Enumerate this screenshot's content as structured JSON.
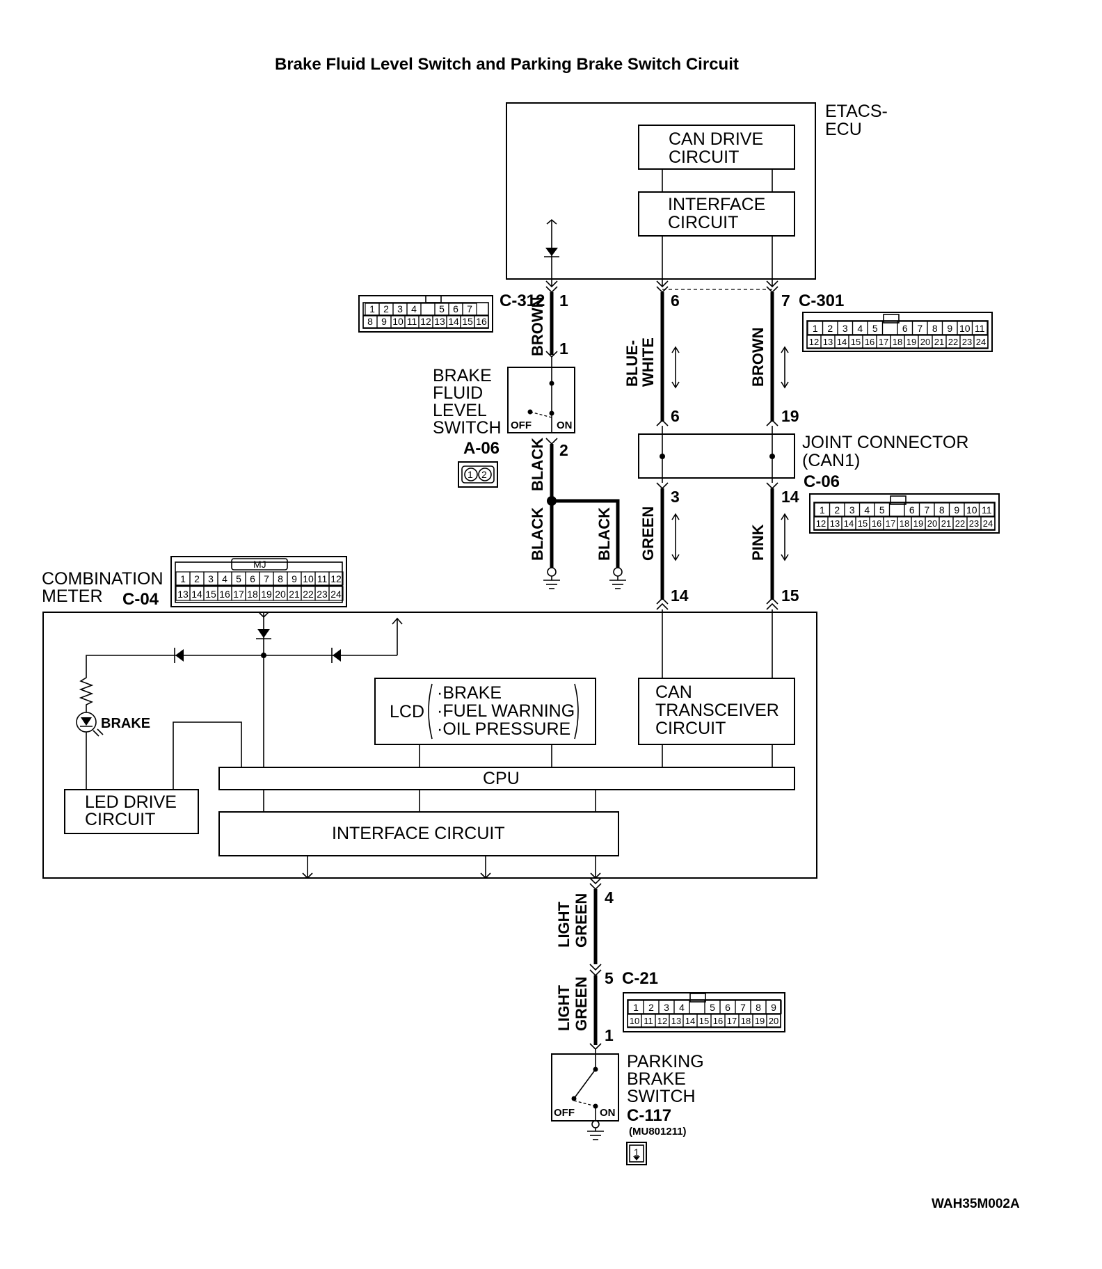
{
  "title": "Brake Fluid Level Switch and Parking Brake Switch Circuit",
  "figure_code": "WAH35M002A",
  "etacs_ecu": {
    "label_line1": "ETACS-",
    "label_line2": "ECU",
    "can_drive_line1": "CAN DRIVE",
    "can_drive_line2": "CIRCUIT",
    "interface_line1": "INTERFACE",
    "interface_line2": "CIRCUIT"
  },
  "connectors": {
    "c312": {
      "name": "C-312",
      "pin_top": "1",
      "pin_switch": "1",
      "row1": [
        "1",
        "2",
        "3",
        "4",
        "",
        "5",
        "6",
        "7"
      ],
      "row2": [
        "8",
        "9",
        "10",
        "11",
        "12",
        "13",
        "14",
        "15",
        "16"
      ]
    },
    "c301": {
      "name": "C-301",
      "pin_left": "6",
      "pin_right": "7",
      "row1": [
        "1",
        "2",
        "3",
        "4",
        "5",
        "",
        "6",
        "7",
        "8",
        "9",
        "10",
        "11"
      ],
      "row2": [
        "12",
        "13",
        "14",
        "15",
        "16",
        "17",
        "18",
        "19",
        "20",
        "21",
        "22",
        "23",
        "24"
      ]
    },
    "a06": {
      "name": "A-06",
      "pin_bottom": "2",
      "pins": [
        "1",
        "2"
      ]
    },
    "c06": {
      "name": "C-06",
      "pin_top_left": "6",
      "pin_top_right": "19",
      "pin_bottom_left": "3",
      "pin_bottom_right": "14",
      "row1": [
        "1",
        "2",
        "3",
        "4",
        "5",
        "",
        "6",
        "7",
        "8",
        "9",
        "10",
        "11"
      ],
      "row2": [
        "12",
        "13",
        "14",
        "15",
        "16",
        "17",
        "18",
        "19",
        "20",
        "21",
        "22",
        "23",
        "24"
      ]
    },
    "c04": {
      "name": "C-04",
      "pin_left": "14",
      "pin_right": "15",
      "key_label": "MJ",
      "row1": [
        "1",
        "2",
        "3",
        "4",
        "5",
        "6",
        "7",
        "8",
        "9",
        "10",
        "11",
        "12"
      ],
      "row2": [
        "13",
        "14",
        "15",
        "16",
        "17",
        "18",
        "19",
        "20",
        "21",
        "22",
        "23",
        "24"
      ]
    },
    "c04_bottom": {
      "pin": "4"
    },
    "c21": {
      "name": "C-21",
      "pin_top": "5",
      "pin_bottom": "1",
      "row1": [
        "1",
        "2",
        "3",
        "4",
        "",
        "5",
        "6",
        "7",
        "8",
        "9"
      ],
      "row2": [
        "10",
        "11",
        "12",
        "13",
        "14",
        "15",
        "16",
        "17",
        "18",
        "19",
        "20"
      ]
    },
    "c117": {
      "name": "C-117",
      "part_no": "(MU801211)",
      "pin": "1"
    }
  },
  "wires": {
    "brown_top": "BROWN",
    "black_1": "BLACK",
    "black_2": "BLACK",
    "black_3": "BLACK",
    "blue_white_1": "BLUE-",
    "blue_white_2": "WHITE",
    "brown_right": "BROWN",
    "green": "GREEN",
    "pink": "PINK",
    "light_green_a1": "LIGHT",
    "light_green_a2": "GREEN",
    "light_green_b1": "LIGHT",
    "light_green_b2": "GREEN"
  },
  "brake_fluid_switch": {
    "line1": "BRAKE",
    "line2": "FLUID",
    "line3": "LEVEL",
    "line4": "SWITCH",
    "off": "OFF",
    "on": "ON"
  },
  "joint_connector": {
    "line1": "JOINT CONNECTOR",
    "line2": "(CAN1)"
  },
  "combination_meter": {
    "line1": "COMBINATION",
    "line2": "METER",
    "brake_lamp": "BRAKE",
    "lcd_label": "LCD",
    "lcd_items": [
      "·BRAKE",
      "·FUEL WARNING",
      "·OIL PRESSURE"
    ],
    "can_line1": "CAN",
    "can_line2": "TRANSCEIVER",
    "can_line3": "CIRCUIT",
    "cpu": "CPU",
    "led_line1": "LED DRIVE",
    "led_line2": "CIRCUIT",
    "interface": "INTERFACE CIRCUIT"
  },
  "parking_brake_switch": {
    "line1": "PARKING",
    "line2": "BRAKE",
    "line3": "SWITCH",
    "off": "OFF",
    "on": "ON"
  }
}
